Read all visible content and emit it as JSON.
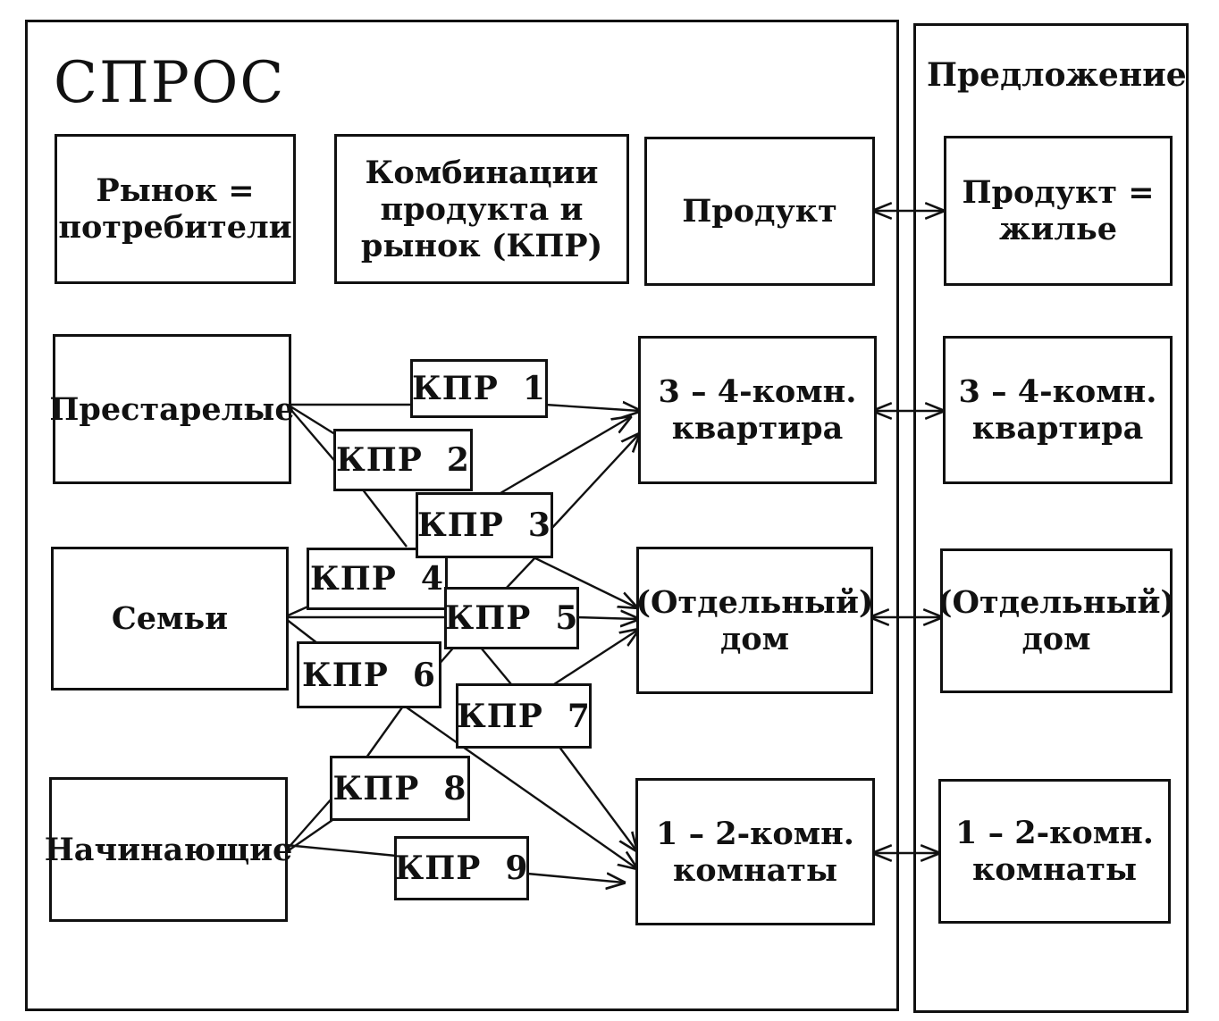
{
  "demand": {
    "title": "СПРОС",
    "headers": {
      "market": "Рынок =\nпотребители",
      "combinations": "Комбинации\nпродукта  и\nрынок  (КПР)",
      "product": "Продукт"
    },
    "segments": {
      "elderly": "Престарелые",
      "families": "Семьи",
      "starters": "Начинающие"
    },
    "products": {
      "apartment": "3 – 4-комн.\nквартира",
      "house": "(Отдельный)\nдом",
      "rooms": "1 – 2-комн.\nкомнаты"
    },
    "kpr": [
      "КПР  1",
      "КПР  2",
      "КПР  3",
      "КПР  4",
      "КПР  5",
      "КПР  6",
      "КПР  7",
      "КПР  8",
      "КПР  9"
    ]
  },
  "supply": {
    "title": "Предложение",
    "header": "Продукт =\nжилье",
    "products": {
      "apartment": "3 – 4-комн.\nквартира",
      "house": "(Отдельный)\nдом",
      "rooms": "1 – 2-комн.\nкомнаты"
    }
  }
}
